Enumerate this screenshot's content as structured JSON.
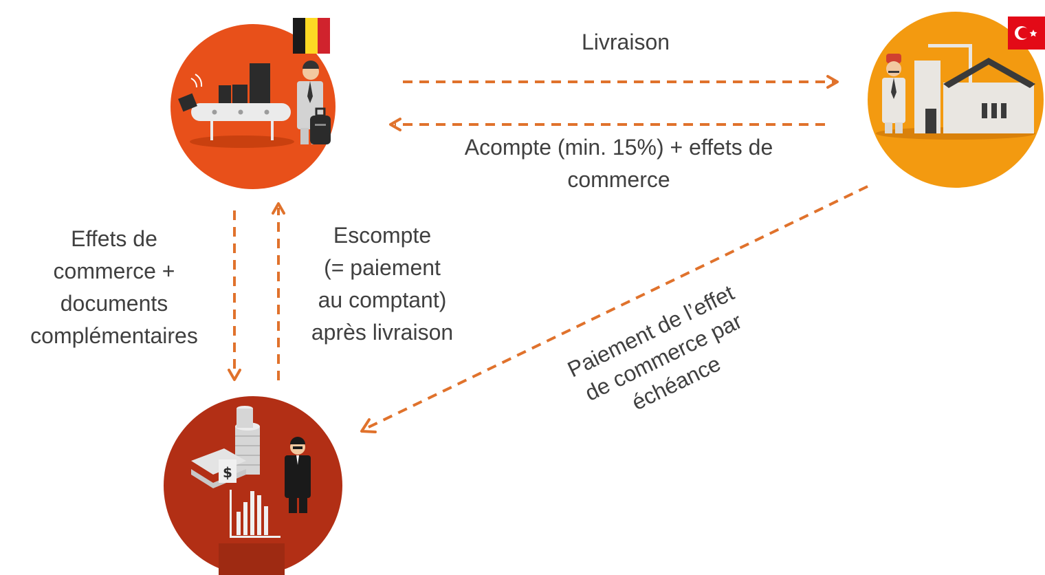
{
  "nodes": {
    "exporter": {
      "role": "Belgian exporter",
      "color": "#e8501a",
      "flag": "belgium-flag-icon"
    },
    "importer": {
      "role": "Turkish importer",
      "color": "#f39a10",
      "flag": "turkey-flag-icon"
    },
    "bank": {
      "role": "Bank",
      "color": "#b22f15"
    }
  },
  "arrows": {
    "delivery": "Livraison",
    "down_payment": [
      "Acompte (min. 15%) + effets de",
      "commerce"
    ],
    "to_bank": [
      "Effets de",
      "commerce +",
      "documents",
      "complémentaires"
    ],
    "discount": [
      "Escompte",
      "(= paiement",
      "au comptant)",
      "après livraison"
    ],
    "maturity_payment": [
      "Paiement de l’effet",
      "de commerce par",
      "échéance"
    ]
  },
  "colors": {
    "arrow": "#e0722c",
    "text": "#404040"
  }
}
